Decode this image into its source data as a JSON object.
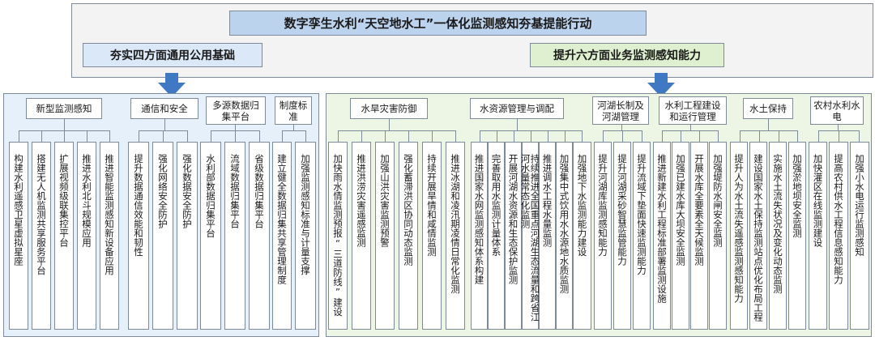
{
  "title": "数字孪生水利“天空地水工”一体化监测感知夯基提能行动",
  "left_heading": "夯实四方面通用公用基础",
  "right_heading": "提升六方面业务监测感知能力",
  "left_groups": [
    {
      "label": "新型监测感知",
      "items": [
        "构建水利遥感卫星虚拟星座",
        "搭建无人机监测共享服务平台",
        "扩展视频级联集控平台",
        "推进水利北斗规模应用",
        "推进智能监测感知新设备应用"
      ]
    },
    {
      "label": "通信和安全",
      "items": [
        "提升数据通信效能和韧性",
        "强化网络安全防护",
        "强化数据安全防护"
      ]
    },
    {
      "label": "多源数据归集平台",
      "items": [
        "水利部数据归集平台",
        "流域数据归集平台",
        "省级数据归集平台"
      ]
    },
    {
      "label": "制度标准",
      "items": [
        "建立健全数据归集共享管理制度",
        "加强监测感知标准与计量支撑"
      ]
    }
  ],
  "right_groups": [
    {
      "label": "水旱灾害防御",
      "items": [
        "加快雨水情监测预报“三道防线”建设",
        "推进洪涝灾害遥感监测",
        "加强山洪灾害监测预警",
        "强化蓄滞洪区协同动态监测",
        "持续开展旱情和咸情监测",
        "推进冰湖和凌汛期凌情日常化监测"
      ]
    },
    {
      "label": "水资源管理与调配",
      "items": [
        "推进国家水网监测感知体系构建",
        "完善取用水监测计量体系",
        "开展河湖水资源和生态保护监测",
        "持续推进全国重点河湖生态流量和跨省江河水量常态化监测",
        "推进调水工程水量监测",
        "加强集中式饮用水水源地水质监测",
        "加强地下水监测能力建设"
      ]
    },
    {
      "label": "河湖长制及河湖管理",
      "items": [
        "提升河湖库监测感知能力",
        "提升河湖采砂智慧监管能力",
        "提升流域下垫面快速监测能力"
      ]
    },
    {
      "label": "水利工程建设和运行管理",
      "items": [
        "推进新建水利工程标准部署监测设施",
        "加强已建水库大坝安全监测",
        "开展水库全要素全天候监测",
        "加强堤防水闸安全监测"
      ]
    },
    {
      "label": "水土保持",
      "items": [
        "提升人为水土流失遥感监测感知能力",
        "建设国家水土保持监测站点优化布局工程",
        "实施水土流失状况及变化动态监测",
        "加强淤地坝安全监测"
      ]
    },
    {
      "label": "农村水利水电",
      "items": [
        "加快灌区在线监测建设",
        "提高农村供水工程信息感知能力",
        "加强小水电运行监测感知"
      ]
    }
  ],
  "colors": {
    "title_bg": "#bcd3ee",
    "left_panel": "#e6f0fb",
    "right_panel": "#edf6e4",
    "arrow": "#3f79c4",
    "border": "#7d8a99"
  }
}
